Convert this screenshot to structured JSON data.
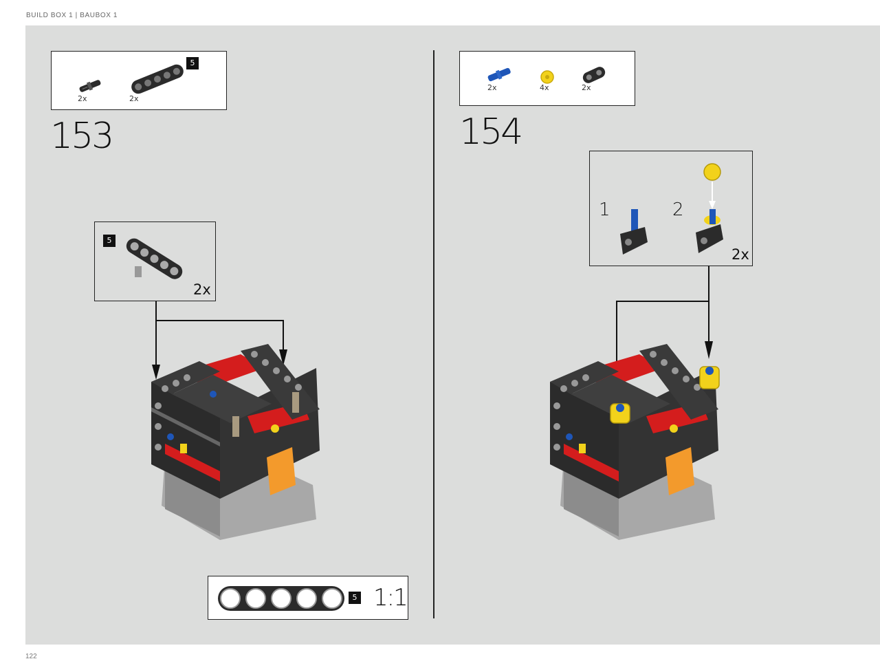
{
  "page": {
    "header": "BUILD BOX 1  |  BAUBOX 1",
    "page_number": "122"
  },
  "step153": {
    "number": "153",
    "parts": [
      {
        "icon": "black-friction-pin-icon",
        "qty": "2x"
      },
      {
        "icon": "black-beam-5-icon",
        "qty": "2x",
        "badge": "5"
      }
    ],
    "callout": {
      "badge": "5",
      "qty": "2x"
    },
    "scale": {
      "badge": "5",
      "label": "1:1"
    }
  },
  "step154": {
    "number": "154",
    "parts": [
      {
        "icon": "blue-axle-pin-icon",
        "qty": "2x"
      },
      {
        "icon": "yellow-bush-icon",
        "qty": "4x"
      },
      {
        "icon": "black-beam-2-icon",
        "qty": "2x"
      }
    ],
    "callout": {
      "sub1": "1",
      "sub2": "2",
      "qty": "2x"
    }
  },
  "colors": {
    "panel": "#dcdddc",
    "black_part": "#2b2b2b",
    "red_part": "#d41d1d",
    "grey_part": "#a8a8a8",
    "yellow_part": "#f2d21b",
    "blue_part": "#1e56b8",
    "orange_part": "#f39a2c"
  }
}
